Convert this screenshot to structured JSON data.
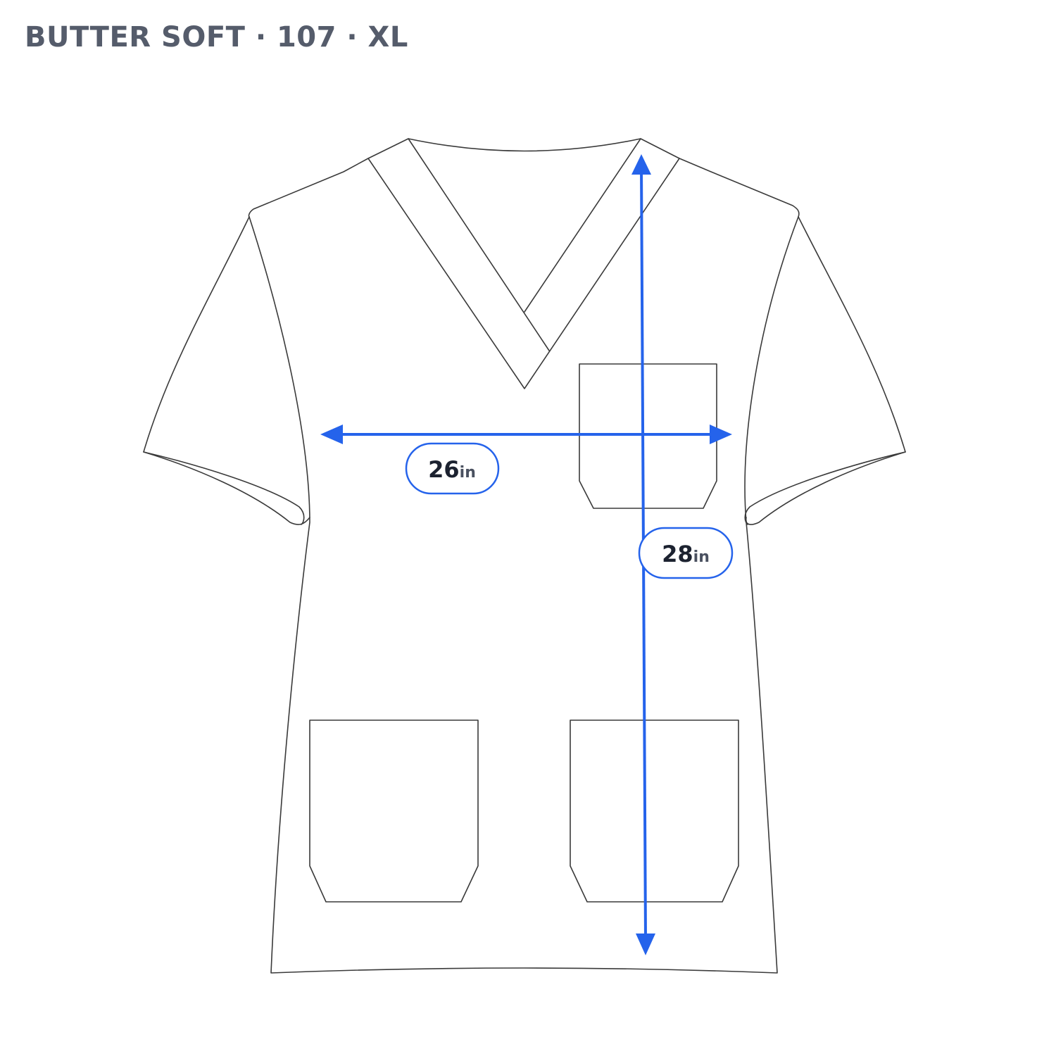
{
  "header": {
    "title": "BUTTER SOFT · 107 · XL"
  },
  "colors": {
    "title": "#555c6b",
    "accent": "#2563eb",
    "outline": "#3a3a3a",
    "label_text": "#1c2230"
  },
  "product": {
    "item": "scrub-top-v-neck",
    "features": [
      "v-neck-collar",
      "chest-pocket",
      "lower-left-pocket",
      "lower-right-pocket",
      "short-sleeves"
    ]
  },
  "measurements": {
    "chest": {
      "value": "26",
      "unit": "in"
    },
    "length": {
      "value": "28",
      "unit": "in"
    }
  }
}
